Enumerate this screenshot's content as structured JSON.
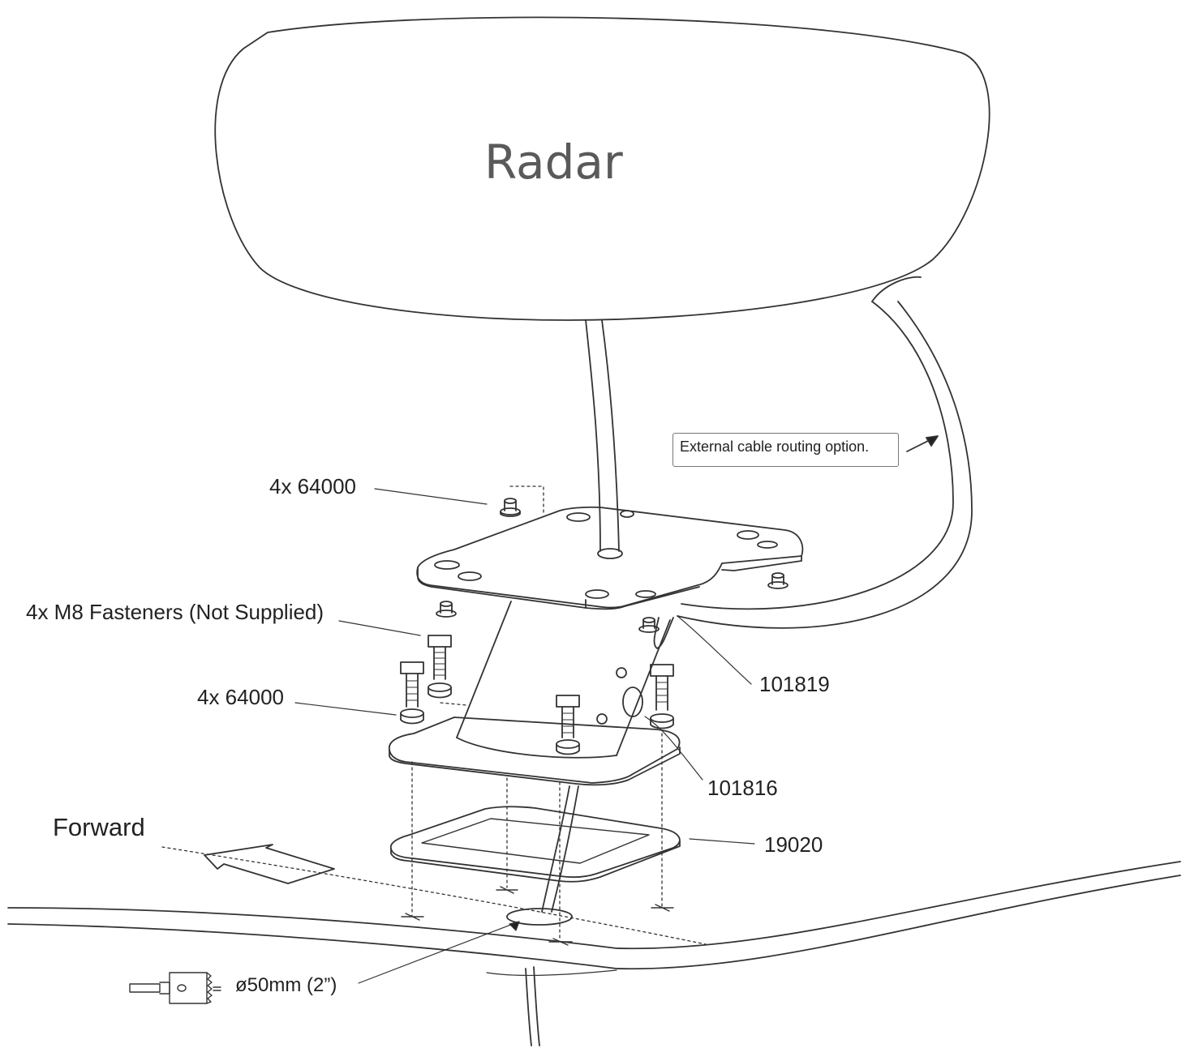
{
  "title": "Radar",
  "callout": "External cable routing option.",
  "parts": {
    "washers_top": "4x 64000",
    "fasteners": "4x M8 Fasteners (Not Supplied)",
    "washers_bottom": "4x 64000",
    "clamp": "101819",
    "bracket": "101816",
    "gasket": "19020"
  },
  "direction": "Forward",
  "hole": "ø50mm (2”)",
  "icons": [
    "radar-dome",
    "pedestal-mount",
    "bolt",
    "washer",
    "gasket",
    "forward-arrow",
    "hole-saw-icon"
  ]
}
